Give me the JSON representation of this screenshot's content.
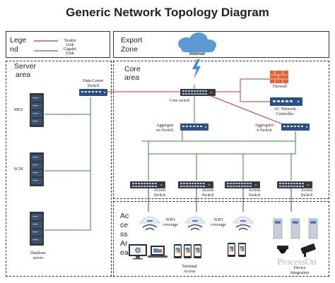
{
  "title": "Generic Network Topology Diagram",
  "colors": {
    "terabit": "#c0392b",
    "gigabit": "#3a8a3a",
    "switch_blue": "#2d4f86",
    "switch_dark": "#333a45",
    "firewall": "#e0653a",
    "cloud": "#5b9bd5"
  },
  "legend": {
    "label_line1": "Lege",
    "label_line2": "nd",
    "terabit_line1": "Terabit",
    "terabit_line2": "Link",
    "gigabit_line1": "Gigabit",
    "gigabit_line2": "Link"
  },
  "export_zone": {
    "label_line1": "Export",
    "label_line2": "Zone",
    "internet": "Internet"
  },
  "server_area": {
    "label_line1": "Server",
    "label_line2": "area",
    "dc_switch_line1": "Data Center",
    "dc_switch_line2": "Switch",
    "mes": "MES",
    "scm": "SCM",
    "db_line1": "Database",
    "db_line2": "server"
  },
  "core_area": {
    "label_line1": "Core",
    "label_line2": "area",
    "core_switch": "Core switch",
    "firewall": "Firewall",
    "ac_line1": "AC Network",
    "ac_line2": "Controller",
    "agg_left_line1": "Aggregati",
    "agg_left_line2": "on Switch",
    "agg_right_line1": "Aggregatio",
    "agg_right_line2": "n Switch",
    "access_line1": "Access",
    "access_line2": "Switch"
  },
  "access_area": {
    "label_line1": "Ac",
    "label_line2": "ce",
    "label_line3": "ss",
    "label_line4": "Ar",
    "label_line5": "ea",
    "wifi_line1": "WIFI",
    "wifi_line2": "coverage",
    "terminal_line1": "Terminal",
    "terminal_line2": "Access",
    "device_line1": "Device",
    "device_line2": "Integration",
    "watermark": "ProcessOn"
  }
}
